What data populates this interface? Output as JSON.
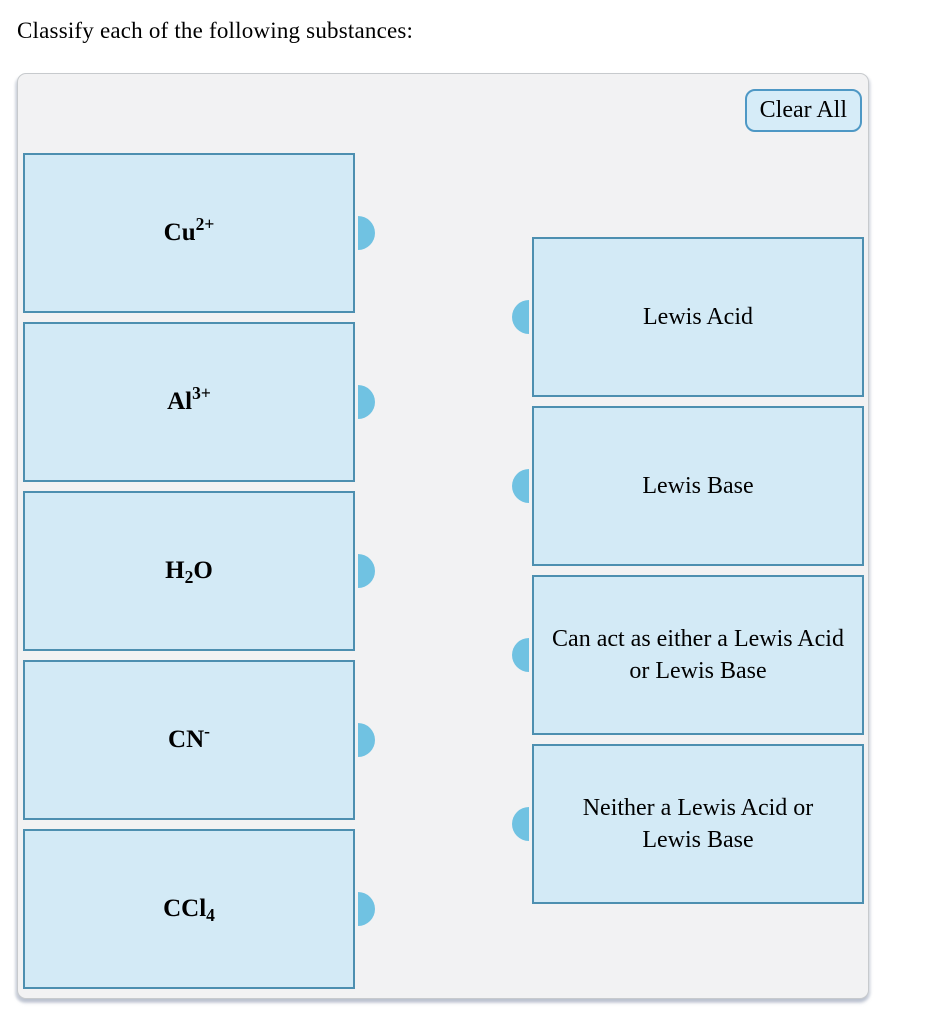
{
  "page": {
    "title": "Classify each of the following substances:"
  },
  "panel": {
    "clear_all_label": "Clear All"
  },
  "substances": [
    {
      "parts": [
        {
          "text": "Cu"
        },
        {
          "text": "2+",
          "sup": true
        }
      ]
    },
    {
      "parts": [
        {
          "text": "Al"
        },
        {
          "text": "3+",
          "sup": true
        }
      ]
    },
    {
      "parts": [
        {
          "text": "H"
        },
        {
          "text": "2",
          "sub": true
        },
        {
          "text": "O"
        }
      ]
    },
    {
      "parts": [
        {
          "text": "CN"
        },
        {
          "text": "-",
          "sup": true
        }
      ]
    },
    {
      "parts": [
        {
          "text": "CCl"
        },
        {
          "text": "4",
          "sub": true
        }
      ]
    }
  ],
  "categories": [
    "Lewis Acid",
    "Lewis Base",
    "Can act as either a Lewis Acid or Lewis Base",
    "Neither a Lewis Acid or Lewis Base"
  ],
  "colors": {
    "page_bg": "#ffffff",
    "panel_bg": "#f2f2f3",
    "panel_border": "#c7cacd",
    "panel_shadow": "#bcc2d0",
    "tile_bg": "#d3eaf6",
    "tile_border": "#4d8fb0",
    "button_bg": "#d6ecf8",
    "button_border": "#4e98c5",
    "nub": "#70c2e2",
    "text": "#000000"
  }
}
